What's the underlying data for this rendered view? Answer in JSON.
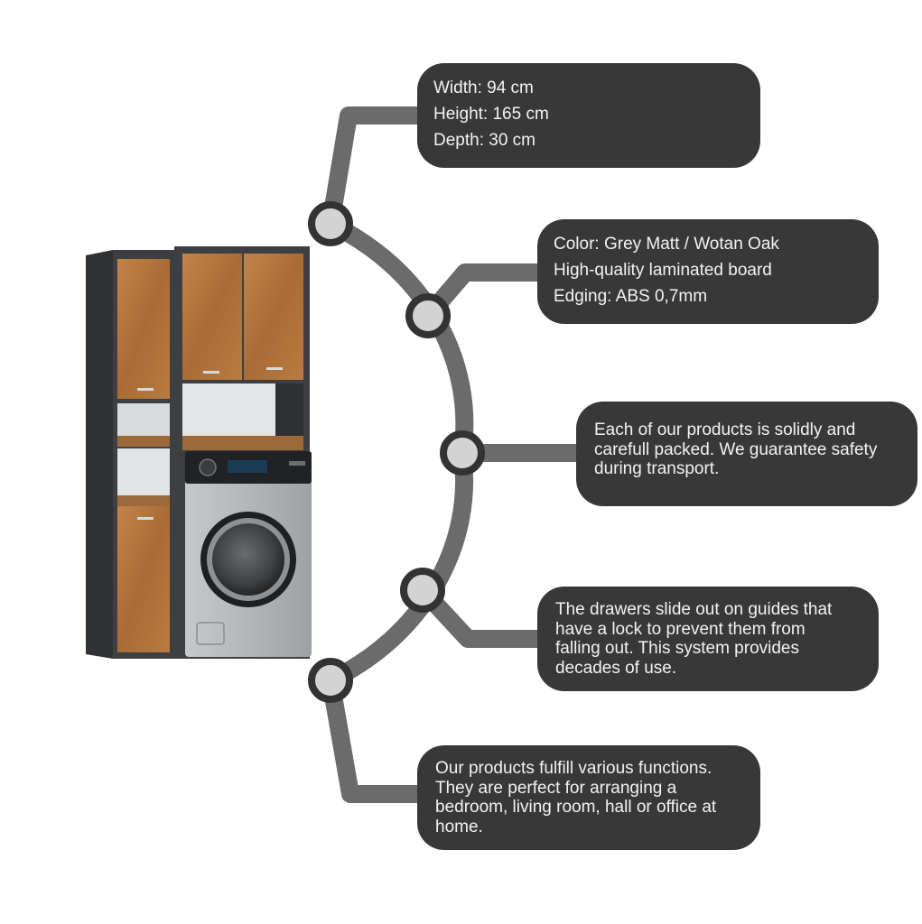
{
  "product_image": {
    "colors": {
      "carcass": "#3d3f42",
      "oak": "#b5753b",
      "washer_body": "#b9bcbf",
      "washer_panel": "#202225"
    }
  },
  "connector": {
    "icon": "node-circle-icon",
    "line_color": "#6b6b6b",
    "node_fill": "#d3d3d3",
    "node_ring": "#333333"
  },
  "callouts": [
    {
      "lines": [
        "Width: 94 cm",
        "Height: 165 cm",
        "Depth: 30 cm"
      ]
    },
    {
      "lines": [
        "Color: Grey Matt / Wotan Oak",
        "High-quality laminated board",
        "Edging: ABS 0,7mm"
      ]
    },
    {
      "lines": [
        "Each of our products is solidly and",
        "carefull packed. We guarantee safety",
        "during transport."
      ]
    },
    {
      "lines": [
        "The drawers slide out on guides that",
        "have a lock to prevent them from",
        "falling out. This system provides",
        "decades of use."
      ]
    },
    {
      "lines": [
        "Our products fulfill various functions.",
        "They are perfect for arranging a",
        "bedroom, living room, hall or office at",
        "home."
      ]
    }
  ],
  "callout_color": "#383838",
  "text_color": "#f2f2f2"
}
